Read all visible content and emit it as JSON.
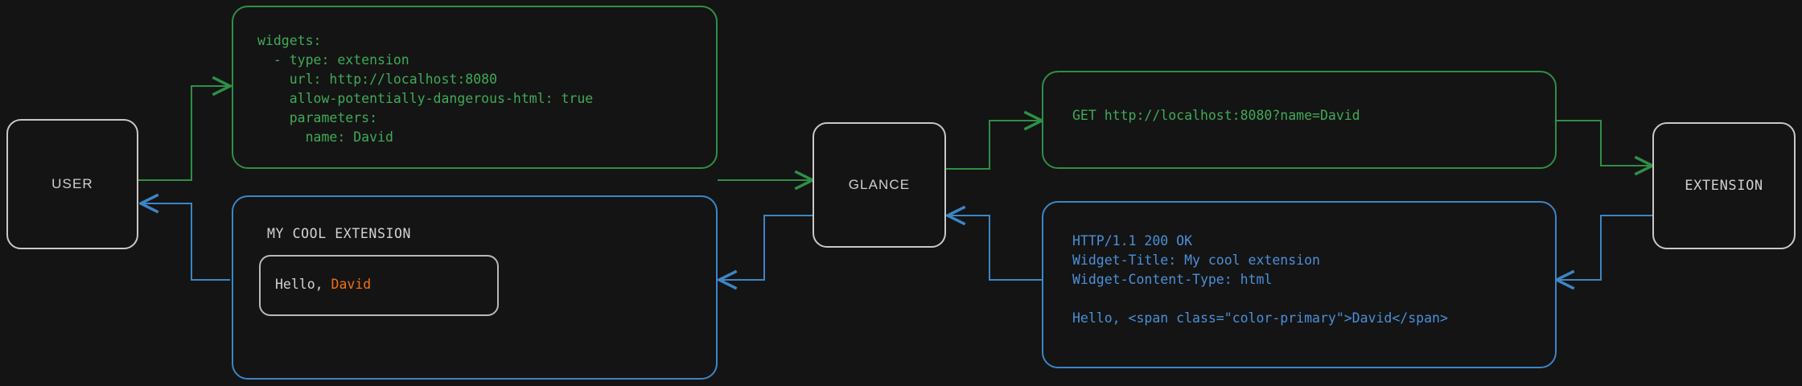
{
  "diagram": {
    "background_color": "#141414",
    "colors": {
      "request_green": "#2f8f46",
      "response_blue": "#3d85c6",
      "node_outline": "#c8c8c8",
      "accent_orange": "#f2700f"
    },
    "nodes": [
      {
        "id": "user",
        "label": "USER"
      },
      {
        "id": "glance",
        "label": "GLANCE"
      },
      {
        "id": "extension",
        "label": "EXTENSION"
      }
    ],
    "panels": {
      "yaml_config": {
        "color": "green",
        "lines": [
          "widgets:",
          "  - type: extension",
          "    url: http://localhost:8080",
          "    allow-potentially-dangerous-html: true",
          "    parameters:",
          "      name: David"
        ]
      },
      "http_request": {
        "color": "green",
        "lines": [
          "GET http://localhost:8080?name=David"
        ]
      },
      "http_response": {
        "color": "blue",
        "lines": [
          "HTTP/1.1 200 OK",
          "Widget-Title: My cool extension",
          "Widget-Content-Type: html",
          "",
          "Hello, <span class=\"color-primary\">David</span>"
        ]
      },
      "rendered_widget": {
        "color": "blue",
        "title": "MY COOL EXTENSION",
        "body_prefix": "Hello, ",
        "body_accent": "David"
      }
    },
    "edges": [
      {
        "from": "user",
        "to": "yaml_config",
        "color": "green",
        "direction": "forward"
      },
      {
        "from": "yaml_config",
        "to": "glance",
        "color": "green",
        "direction": "forward"
      },
      {
        "from": "glance",
        "to": "http_request",
        "color": "green",
        "direction": "forward"
      },
      {
        "from": "http_request",
        "to": "extension",
        "color": "green",
        "direction": "forward"
      },
      {
        "from": "extension",
        "to": "http_response",
        "color": "blue",
        "direction": "forward"
      },
      {
        "from": "http_response",
        "to": "glance",
        "color": "blue",
        "direction": "forward"
      },
      {
        "from": "glance",
        "to": "rendered_widget",
        "color": "blue",
        "direction": "forward"
      },
      {
        "from": "rendered_widget",
        "to": "user",
        "color": "blue",
        "direction": "forward"
      }
    ]
  }
}
